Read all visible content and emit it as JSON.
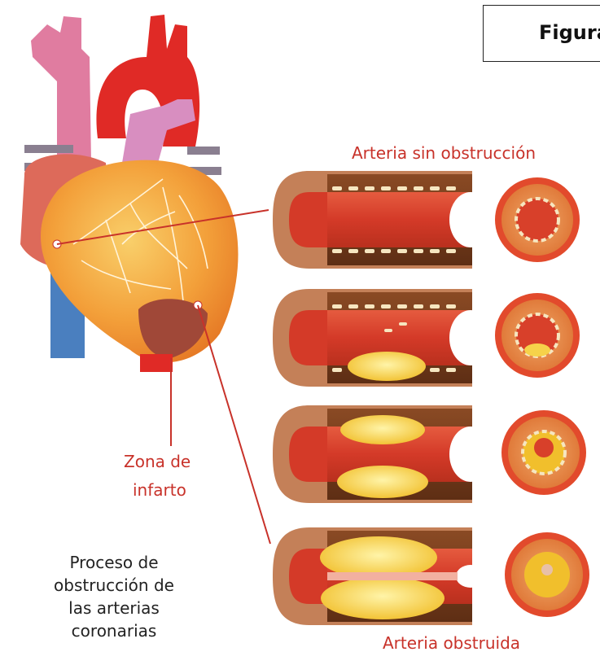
{
  "figure": {
    "title": "Figura"
  },
  "labels": {
    "artery_clear": "Arteria sin obstrucción",
    "artery_blocked": "Arteria obstruida",
    "infarct_line1": "Zona de",
    "infarct_line2": "infarto",
    "caption": [
      "Proceso de",
      "obstrucción de",
      "las arterias",
      "coronarias"
    ]
  },
  "colors": {
    "label_red": "#c8322a",
    "artery_wall": "#7a3e1e",
    "artery_lumen": "#d8422e",
    "plaque": "#f6d24a",
    "heart_orange": "#f2a23c",
    "vessel_blue": "#4a7fbf",
    "vessel_pink": "#e07ca0"
  },
  "stages": [
    {
      "name": "stage-1-clear",
      "plaque_level": 0
    },
    {
      "name": "stage-2-mild",
      "plaque_level": 0.35
    },
    {
      "name": "stage-3-moderate",
      "plaque_level": 0.65
    },
    {
      "name": "stage-4-blocked",
      "plaque_level": 0.9
    }
  ]
}
